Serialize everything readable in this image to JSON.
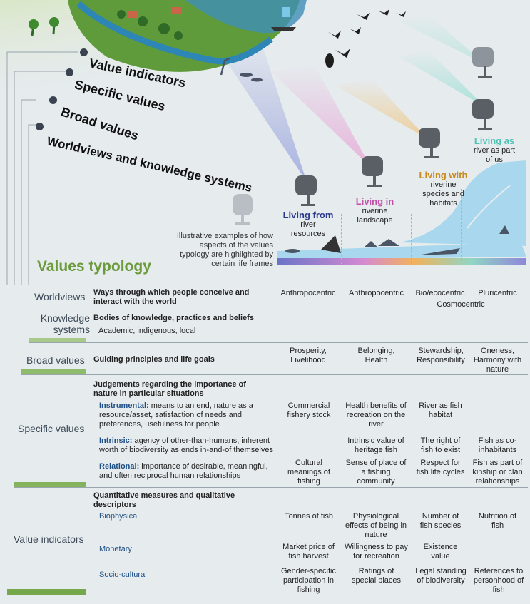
{
  "rings": [
    "Value indicators",
    "Specific values",
    "Broad values",
    "Worldviews and knowledge systems"
  ],
  "typology_title": "Values typology",
  "illustrative_note": "Illustrative examples of how aspects of the values typology are highlighted by certain life frames",
  "life_frames": [
    {
      "title": "Living from",
      "subtitle": "river resources",
      "color": "#2a3a8c"
    },
    {
      "title": "Living in",
      "subtitle": "riverine landscape",
      "color": "#c050a8"
    },
    {
      "title": "Living with",
      "subtitle": "riverine species and habitats",
      "color": "#c98a1e"
    },
    {
      "title": "Living as",
      "subtitle": "river as part of us",
      "color": "#4cc2b4"
    }
  ],
  "worldviews": {
    "label": "Worldviews",
    "heading": "Ways through which people conceive and interact with the world",
    "examples": [
      "Anthropocentric",
      "Anthropocentric",
      "Bio/ecocentric",
      "Pluricentric"
    ],
    "extra": "Cosmocentric"
  },
  "knowledge": {
    "label": "Knowledge systems",
    "heading": "Bodies of knowledge, practices and beliefs",
    "sub": "Academic, indigenous, local"
  },
  "broad": {
    "label": "Broad values",
    "heading": "Guiding principles and life goals",
    "examples": [
      "Prosperity, Livelihood",
      "Belonging, Health",
      "Stewardship, Responsibility",
      "Oneness, Harmony with nature"
    ]
  },
  "specific": {
    "label": "Specific values",
    "heading": "Judgements regarding the importance of nature in particular situations",
    "rows": [
      {
        "name": "Instrumental:",
        "desc": "means to an end, nature as a resource/asset, satisfaction of needs and preferences, usefulness for people",
        "examples": [
          "Commercial fishery stock",
          "Health benefits of recreation on the river",
          "River as fish habitat",
          ""
        ]
      },
      {
        "name": "Intrinsic:",
        "desc": "agency of other-than-humans, inherent worth of biodiversity as ends in-and-of themselves",
        "examples": [
          "",
          "Intrinsic value of heritage fish",
          "The right of fish to exist",
          "Fish as co-inhabitants"
        ]
      },
      {
        "name": "Relational:",
        "desc": "importance of desirable, meaningful, and often reciprocal human relationships",
        "examples": [
          "Cultural meanings of fishing",
          "Sense of place of a fishing community",
          "Respect for fish life cycles",
          "Fish as part of kinship or clan relationships"
        ]
      }
    ]
  },
  "indicators": {
    "label": "Value indicators",
    "heading": "Quantitative measures and qualitative descriptors",
    "rows": [
      {
        "name": "Biophysical",
        "examples": [
          "Tonnes of fish",
          "Physiological effects of being in nature",
          "Number of fish species",
          "Nutrition of fish"
        ]
      },
      {
        "name": "Monetary",
        "examples": [
          "Market price of fish harvest",
          "Willingness to pay for recreation",
          "Existence value",
          ""
        ]
      },
      {
        "name": "Socio-cultural",
        "examples": [
          "Gender-specific participation in fishing",
          "Ratings of special places",
          "Legal standing of biodiversity",
          "References to personhood of fish"
        ]
      }
    ]
  },
  "colors": {
    "green": "#74a84a",
    "title_green": "#6a9a3a",
    "blue_label": "#1d4f86"
  }
}
